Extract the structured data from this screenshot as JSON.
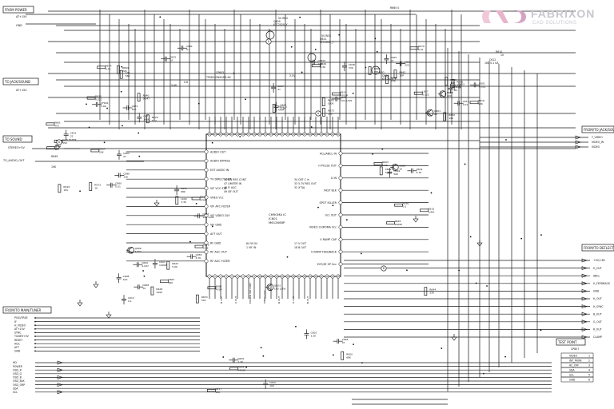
{
  "diagram": {
    "watermark": {
      "brand": "FABRIXON",
      "tagline": "CAD SOLUTIONS"
    },
    "boxes": {
      "from_power": "FROM POWER",
      "to_jack_sound": "TO JACK/SOUND",
      "to_sound": "TO SOUND",
      "from_main_tuner": "FROM/TO MAIN/TUNER",
      "from_to_jack_sound": "FROM/TO JACK/SOUND",
      "from_to_deflection": "FROM/TO DEFLECTION",
      "test_point": "TEST POINT"
    },
    "left_labels": {
      "power_a1": "AT+15V",
      "gnd": "GND",
      "sound_a1": "AT+15V",
      "stereo": "STEREO+5V",
      "audio_out": "TO_AUDIO_OUT",
      "r649": "R649",
      "r649_val": "10K"
    },
    "tuner_pins": [
      "POSI/TREE",
      "IF",
      "H_VIDEO",
      "AT+15V",
      "SYNC",
      "TUNER+5V",
      "RESET",
      "AGC",
      "AFT",
      "GND"
    ],
    "bottom_pins": [
      "HD",
      "POWER",
      "OSD_R",
      "OSD_G",
      "OSD_B",
      "OSD_BLK",
      "OSD_ORP",
      "SDA",
      "SCL"
    ],
    "right_jack_pins": [
      "Y_VIDEO",
      "VIDEO_IN",
      "VIDEO"
    ],
    "right_defl_pins": [
      "+9V/+8V",
      "H_OUT",
      "ABCL",
      "H_FEEDBACK",
      "GND",
      "H_OUT",
      "H_SYNC",
      "B_OUT",
      "G_OUT",
      "R_OUT",
      "CLAMP"
    ],
    "test_point_pins": [
      "VIDEO",
      "INT_MONI",
      "AC_OFF",
      "SDA",
      "SCL",
      "GND"
    ],
    "test_point_title": "CP807",
    "ic": {
      "name": "CHROMA IC",
      "ref": "IC601",
      "part": "M61260BP",
      "left_pins": [
        "AUDIO OUT",
        "AUDIO BYPASS",
        "EXT AUDIO IN",
        "TV DIRECT OUT",
        "VIF VCO F/B",
        "VREG Vcc",
        "VIF AFC FILTER",
        "VIF VIDEO DLY",
        "VIF GND",
        "AFT OUT",
        "RF GND",
        "RF AGC OUT",
        "RF AGC FILTER"
      ],
      "right_pins": [
        "ACL/ABCL IN",
        "H PULSE OUT",
        "G IN",
        "FAST BLK",
        "SPOT KILLER",
        "Vcc OUT",
        "VIDEO CHROMA Vcc",
        "V RAMP CAP",
        "V RAMP FEEDBACK",
        "EXT/AT SP Vcc"
      ],
      "center_text": [
        "46 SW REG CONT",
        "47 LIMITER IN",
        "48 IF AGC",
        "49 SIF OUT",
        "34 CNT C in",
        "33 5.7V REG OUT",
        "32 X'TAL",
        "64 5V IN",
        "1 VIF IN",
        "17 V OUT",
        "18 B OUT"
      ]
    },
    "components": [
      "R604",
      "10K",
      "C608",
      "C605",
      "C604",
      "C609",
      "C611",
      "C613",
      "C617",
      "C621",
      "C625",
      "C627",
      "C631",
      "R615",
      "R617",
      "R618",
      "R622",
      "R629",
      "R633",
      "R640",
      "R641",
      "R642",
      "R645",
      "R648",
      "R652",
      "R653",
      "R659",
      "R661",
      "R664",
      "C647",
      "C648",
      "C649",
      "C650",
      "C653",
      "C655",
      "C657",
      "C660",
      "C661",
      "C663",
      "Q601",
      "Q602",
      "Q603",
      "Q605",
      "Q606",
      "CP604",
      "SAW FILTER",
      "CF601",
      "L604",
      "L607",
      "X602",
      "R681",
      "R680",
      "C603",
      "R614",
      "R616",
      "R620",
      "R628",
      "R635",
      "R644",
      "R650",
      "R656",
      "R667",
      "R672",
      "R673",
      "R674",
      "R676",
      "R679",
      "R686",
      "C664",
      "C665",
      "C668",
      "C670",
      "C672",
      "C677",
      "C690",
      "R690",
      "R693",
      "C602",
      "C601",
      "C600",
      "R822_1",
      "R822"
    ],
    "values": [
      "33K",
      "560",
      "100",
      "1K",
      "4.7K",
      "2.2K",
      "0.01",
      "0.1",
      "47",
      "22",
      "10",
      "100 1/2W",
      "220",
      "1/4W",
      "12K",
      "15K",
      "5.6K",
      "3.3K",
      "0.022",
      "0.047",
      "470P",
      "10P",
      "1000P",
      "4700P",
      "16V",
      "50V",
      "100K",
      "470",
      "22K",
      "68K"
    ],
    "top_labels": [
      "R665 0",
      "5V REG",
      "Q609",
      "KTC2020_Y",
      "5V REG",
      "Q611",
      "KTC2020_Y",
      "REG",
      "Q608",
      "KTC2020_Y",
      "R610",
      "10",
      "C612",
      "16V 0.1 KA",
      "TPS8345N9GDS-9X",
      "CP605",
      "3.5V",
      "5.6K",
      "0.6"
    ]
  }
}
